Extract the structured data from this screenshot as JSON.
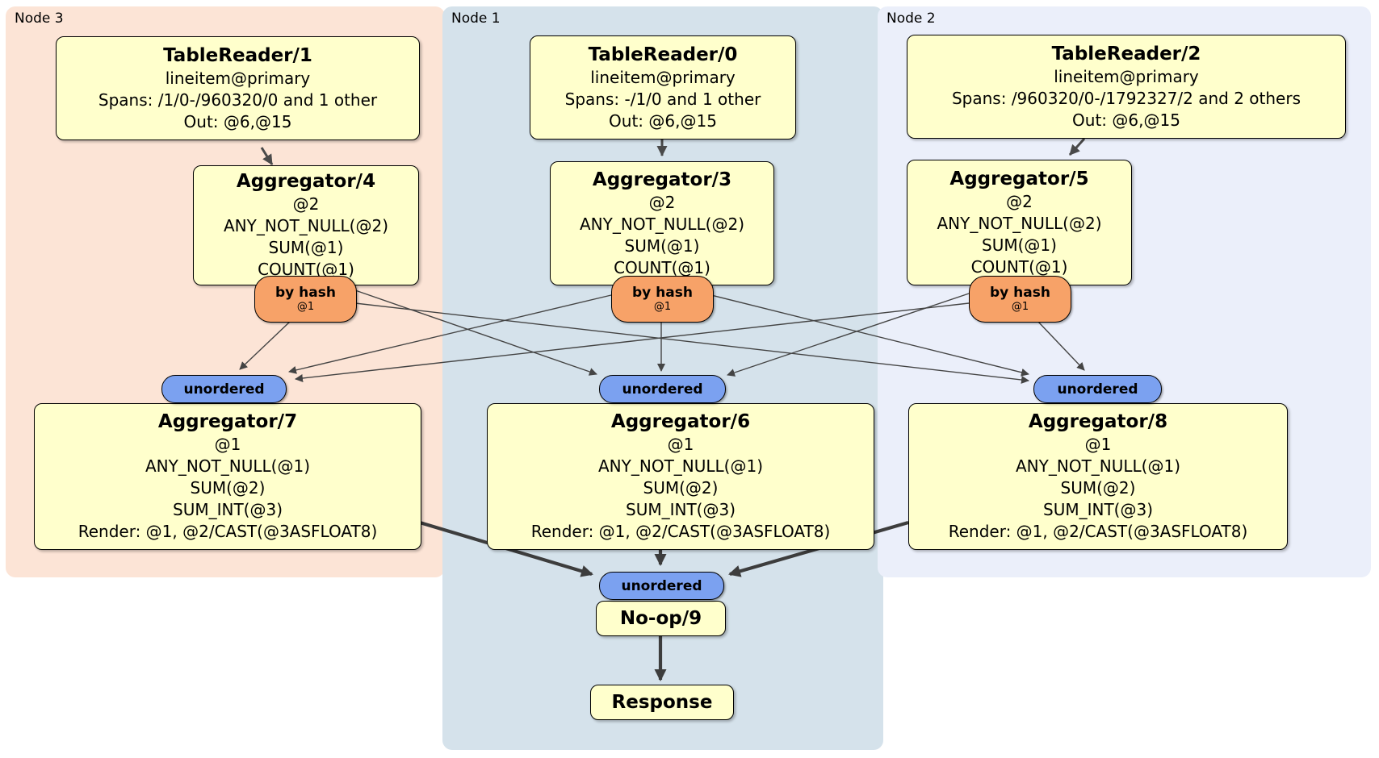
{
  "regions": {
    "node3": {
      "label": "Node 3",
      "color": "#fce4d6"
    },
    "node1": {
      "label": "Node 1",
      "color": "#d5e2eb"
    },
    "node2": {
      "label": "Node 2",
      "color": "#ebeffa"
    }
  },
  "colors": {
    "processor_fill": "#ffffcc",
    "router_fill": "#f7a268",
    "sync_fill": "#7ba1f0",
    "edge_thin": "#444444",
    "edge_thick": "#3d3d3d",
    "border": "#000000"
  },
  "processors": {
    "tablereader1": {
      "title": "TableReader/1",
      "lines": [
        "lineitem@primary",
        "Spans: /1/0-/960320/0 and 1 other",
        "Out: @6,@15"
      ]
    },
    "tablereader0": {
      "title": "TableReader/0",
      "lines": [
        "lineitem@primary",
        "Spans: -/1/0 and 1 other",
        "Out: @6,@15"
      ]
    },
    "tablereader2": {
      "title": "TableReader/2",
      "lines": [
        "lineitem@primary",
        "Spans: /960320/0-/1792327/2 and 2 others",
        "Out: @6,@15"
      ]
    },
    "aggregator4": {
      "title": "Aggregator/4",
      "lines": [
        "@2",
        "ANY_NOT_NULL(@2)",
        "SUM(@1)",
        "COUNT(@1)"
      ]
    },
    "aggregator3": {
      "title": "Aggregator/3",
      "lines": [
        "@2",
        "ANY_NOT_NULL(@2)",
        "SUM(@1)",
        "COUNT(@1)"
      ]
    },
    "aggregator5": {
      "title": "Aggregator/5",
      "lines": [
        "@2",
        "ANY_NOT_NULL(@2)",
        "SUM(@1)",
        "COUNT(@1)"
      ]
    },
    "aggregator7": {
      "title": "Aggregator/7",
      "lines": [
        "@1",
        "ANY_NOT_NULL(@1)",
        "SUM(@2)",
        "SUM_INT(@3)",
        "Render: @1, @2/CAST(@3ASFLOAT8)"
      ]
    },
    "aggregator6": {
      "title": "Aggregator/6",
      "lines": [
        "@1",
        "ANY_NOT_NULL(@1)",
        "SUM(@2)",
        "SUM_INT(@3)",
        "Render: @1, @2/CAST(@3ASFLOAT8)"
      ]
    },
    "aggregator8": {
      "title": "Aggregator/8",
      "lines": [
        "@1",
        "ANY_NOT_NULL(@1)",
        "SUM(@2)",
        "SUM_INT(@3)",
        "Render: @1, @2/CAST(@3ASFLOAT8)"
      ]
    },
    "noop9": {
      "title": "No-op/9"
    },
    "response": {
      "title": "Response"
    }
  },
  "routers": {
    "byhash4": {
      "label": "by hash",
      "detail": "@1"
    },
    "byhash3": {
      "label": "by hash",
      "detail": "@1"
    },
    "byhash5": {
      "label": "by hash",
      "detail": "@1"
    }
  },
  "synchronizers": {
    "unordered7": {
      "label": "unordered"
    },
    "unordered6": {
      "label": "unordered"
    },
    "unordered8": {
      "label": "unordered"
    },
    "unordered9": {
      "label": "unordered"
    }
  }
}
